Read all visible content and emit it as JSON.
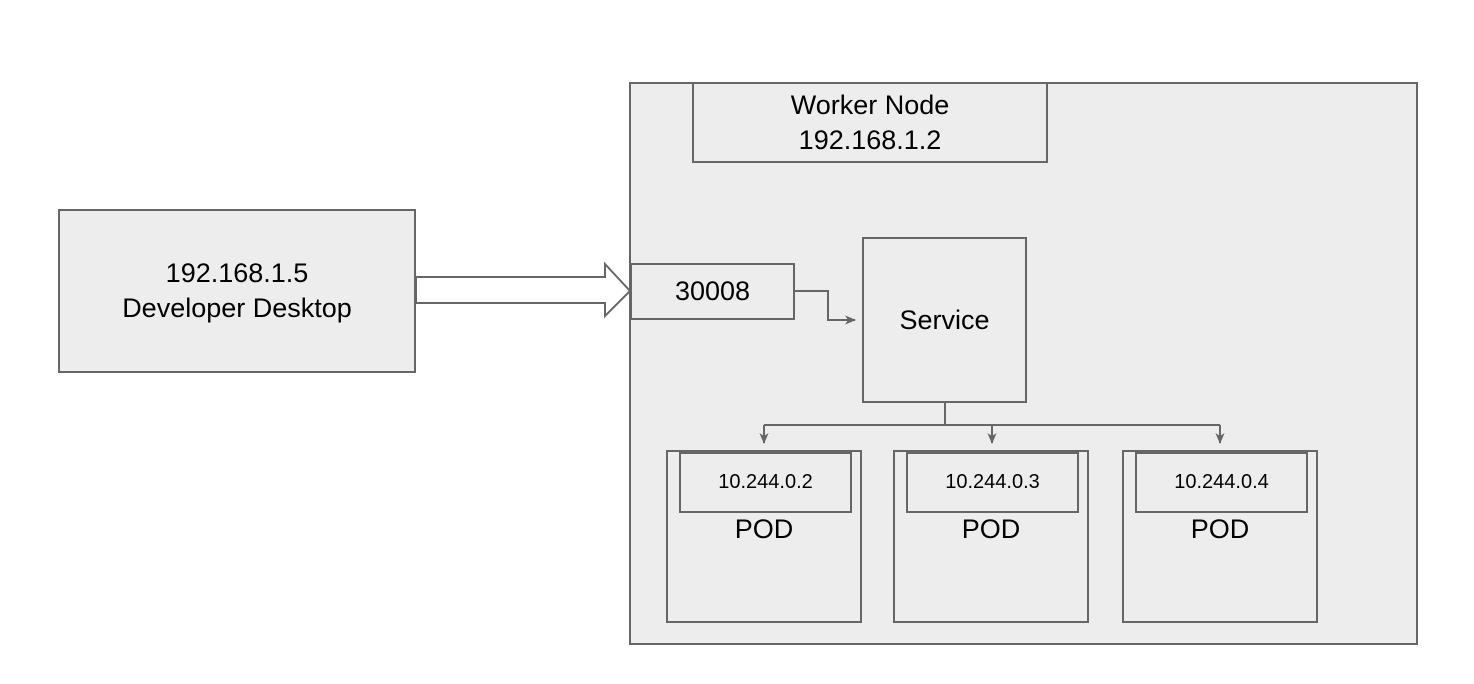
{
  "diagram": {
    "title": "Kubernetes NodePort service access diagram",
    "background_color": "#ffffff",
    "box_fill": "#ededed",
    "box_border": "#666666",
    "connector_color": "#666666",
    "text_color": "#000000"
  },
  "client": {
    "name": "developer-desktop",
    "ip": "192.168.1.5",
    "label": "Developer Desktop",
    "text": "192.168.1.5\nDeveloper Desktop"
  },
  "worker_node": {
    "name": "worker-node",
    "title": "Worker Node",
    "ip": "192.168.1.2",
    "text": "Worker Node\n192.168.1.2"
  },
  "node_port": {
    "name": "node-port",
    "port": "30008"
  },
  "service": {
    "name": "service",
    "label": "Service"
  },
  "pods": [
    {
      "ip": "10.244.0.2",
      "label": "POD"
    },
    {
      "ip": "10.244.0.3",
      "label": "POD"
    },
    {
      "ip": "10.244.0.4",
      "label": "POD"
    }
  ],
  "connectors": [
    {
      "name": "desktop-to-nodeport-arrow",
      "type": "block-arrow",
      "from": "developer-desktop",
      "to": "node-port"
    },
    {
      "name": "nodeport-to-service-arrow",
      "type": "elbow-arrow",
      "from": "node-port",
      "to": "service"
    },
    {
      "name": "service-to-pod-1-arrow",
      "type": "tree-arrow",
      "from": "service",
      "to": "pod-1"
    },
    {
      "name": "service-to-pod-2-arrow",
      "type": "tree-arrow",
      "from": "service",
      "to": "pod-2"
    },
    {
      "name": "service-to-pod-3-arrow",
      "type": "tree-arrow",
      "from": "service",
      "to": "pod-3"
    }
  ]
}
